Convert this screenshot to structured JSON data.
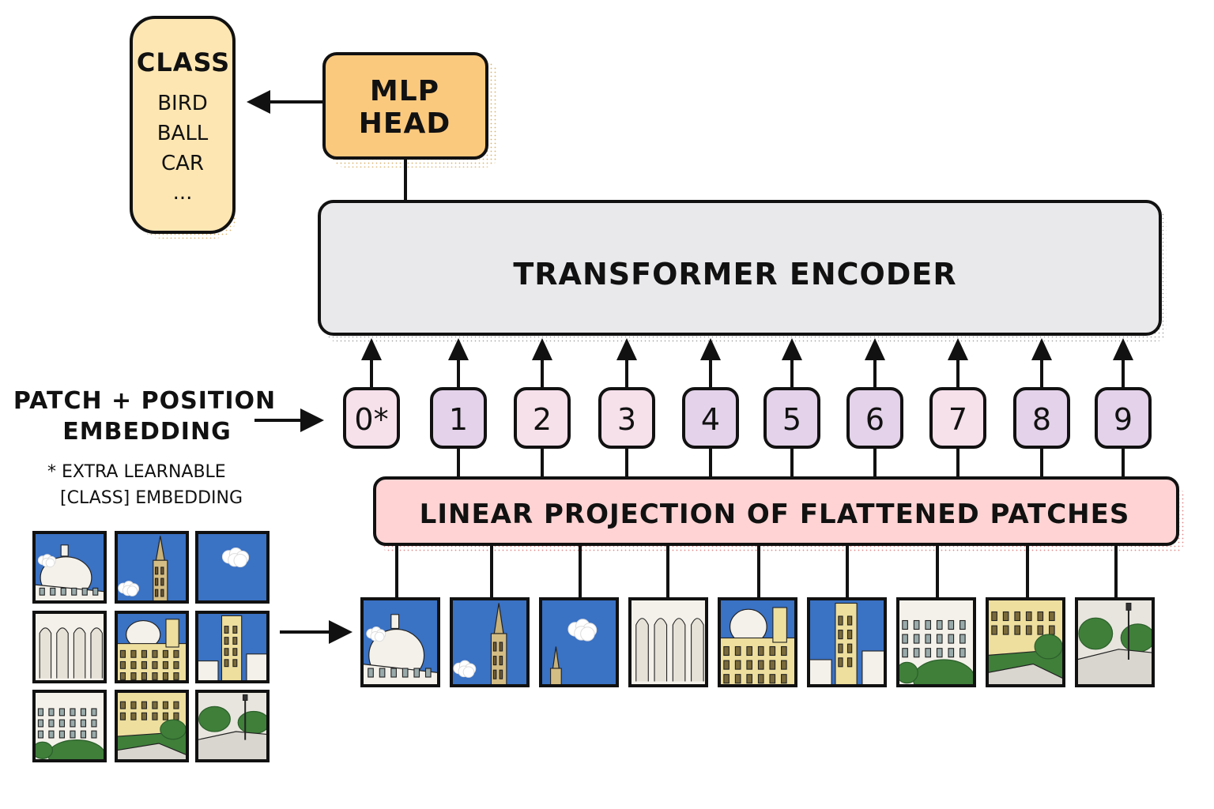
{
  "class_box": {
    "title": "CLASS",
    "items": [
      "BIRD",
      "BALL",
      "CAR",
      "..."
    ]
  },
  "mlp_head": {
    "line1": "MLP",
    "line2": "HEAD"
  },
  "encoder": {
    "label": "TRANSFORMER ENCODER"
  },
  "embedding": {
    "label_line1": "PATCH + POSITION",
    "label_line2": "EMBEDDING",
    "note_line1": "* EXTRA LEARNABLE",
    "note_line2": "[CLASS] EMBEDDING"
  },
  "tokens": [
    "0*",
    "1",
    "2",
    "3",
    "4",
    "5",
    "6",
    "7",
    "8",
    "9"
  ],
  "projection": {
    "label": "LINEAR PROJECTION OF FLATTENED PATCHES"
  },
  "colors": {
    "class_fill": "#fde6b2",
    "mlp_fill": "#fbc97e",
    "encoder_fill": "#e9e9ec",
    "projection_fill": "#ffd3d3",
    "token_pink": "#f6e0ea",
    "token_purple": "#e3d2ea",
    "sky": "#3a72c4",
    "stroke": "#111111"
  },
  "patches": [
    {
      "kind": "dome"
    },
    {
      "kind": "tower"
    },
    {
      "kind": "cloud"
    },
    {
      "kind": "facade"
    },
    {
      "kind": "yellow-dome"
    },
    {
      "kind": "tower-wide"
    },
    {
      "kind": "garden-building"
    },
    {
      "kind": "garden-path"
    },
    {
      "kind": "path-lamp"
    }
  ]
}
